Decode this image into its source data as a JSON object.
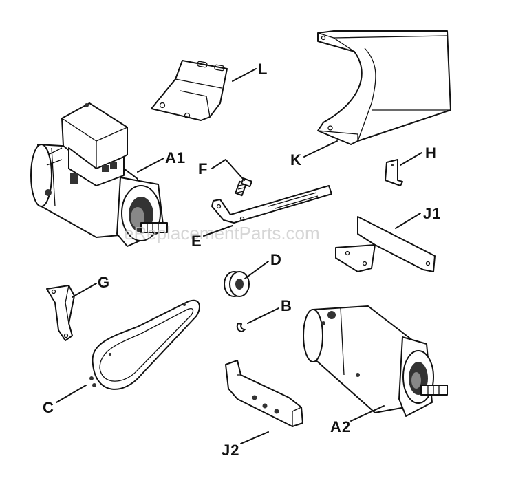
{
  "diagram": {
    "watermark": "eReplacementParts.com",
    "parts": [
      {
        "id": "L",
        "label": "L"
      },
      {
        "id": "K",
        "label": "K"
      },
      {
        "id": "A1",
        "label": "A1"
      },
      {
        "id": "F",
        "label": "F"
      },
      {
        "id": "H",
        "label": "H"
      },
      {
        "id": "E",
        "label": "E"
      },
      {
        "id": "J1",
        "label": "J1"
      },
      {
        "id": "D",
        "label": "D"
      },
      {
        "id": "G",
        "label": "G"
      },
      {
        "id": "B",
        "label": "B"
      },
      {
        "id": "C",
        "label": "C"
      },
      {
        "id": "A2",
        "label": "A2"
      },
      {
        "id": "J2",
        "label": "J2"
      }
    ]
  }
}
